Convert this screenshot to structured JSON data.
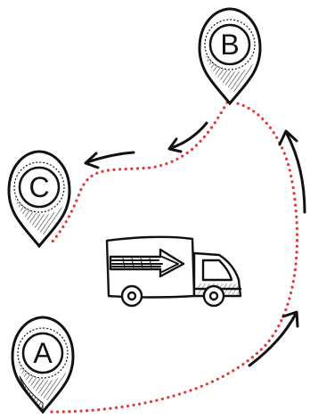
{
  "pins": [
    {
      "id": "A",
      "label": "A"
    },
    {
      "id": "B",
      "label": "B"
    },
    {
      "id": "C",
      "label": "C"
    }
  ],
  "colors": {
    "route": "#e03a3a",
    "ink": "#111111",
    "pin_fill": "#ffffff"
  },
  "icons": [
    "map-pin-icon",
    "delivery-truck-icon",
    "direction-arrow-icon"
  ]
}
